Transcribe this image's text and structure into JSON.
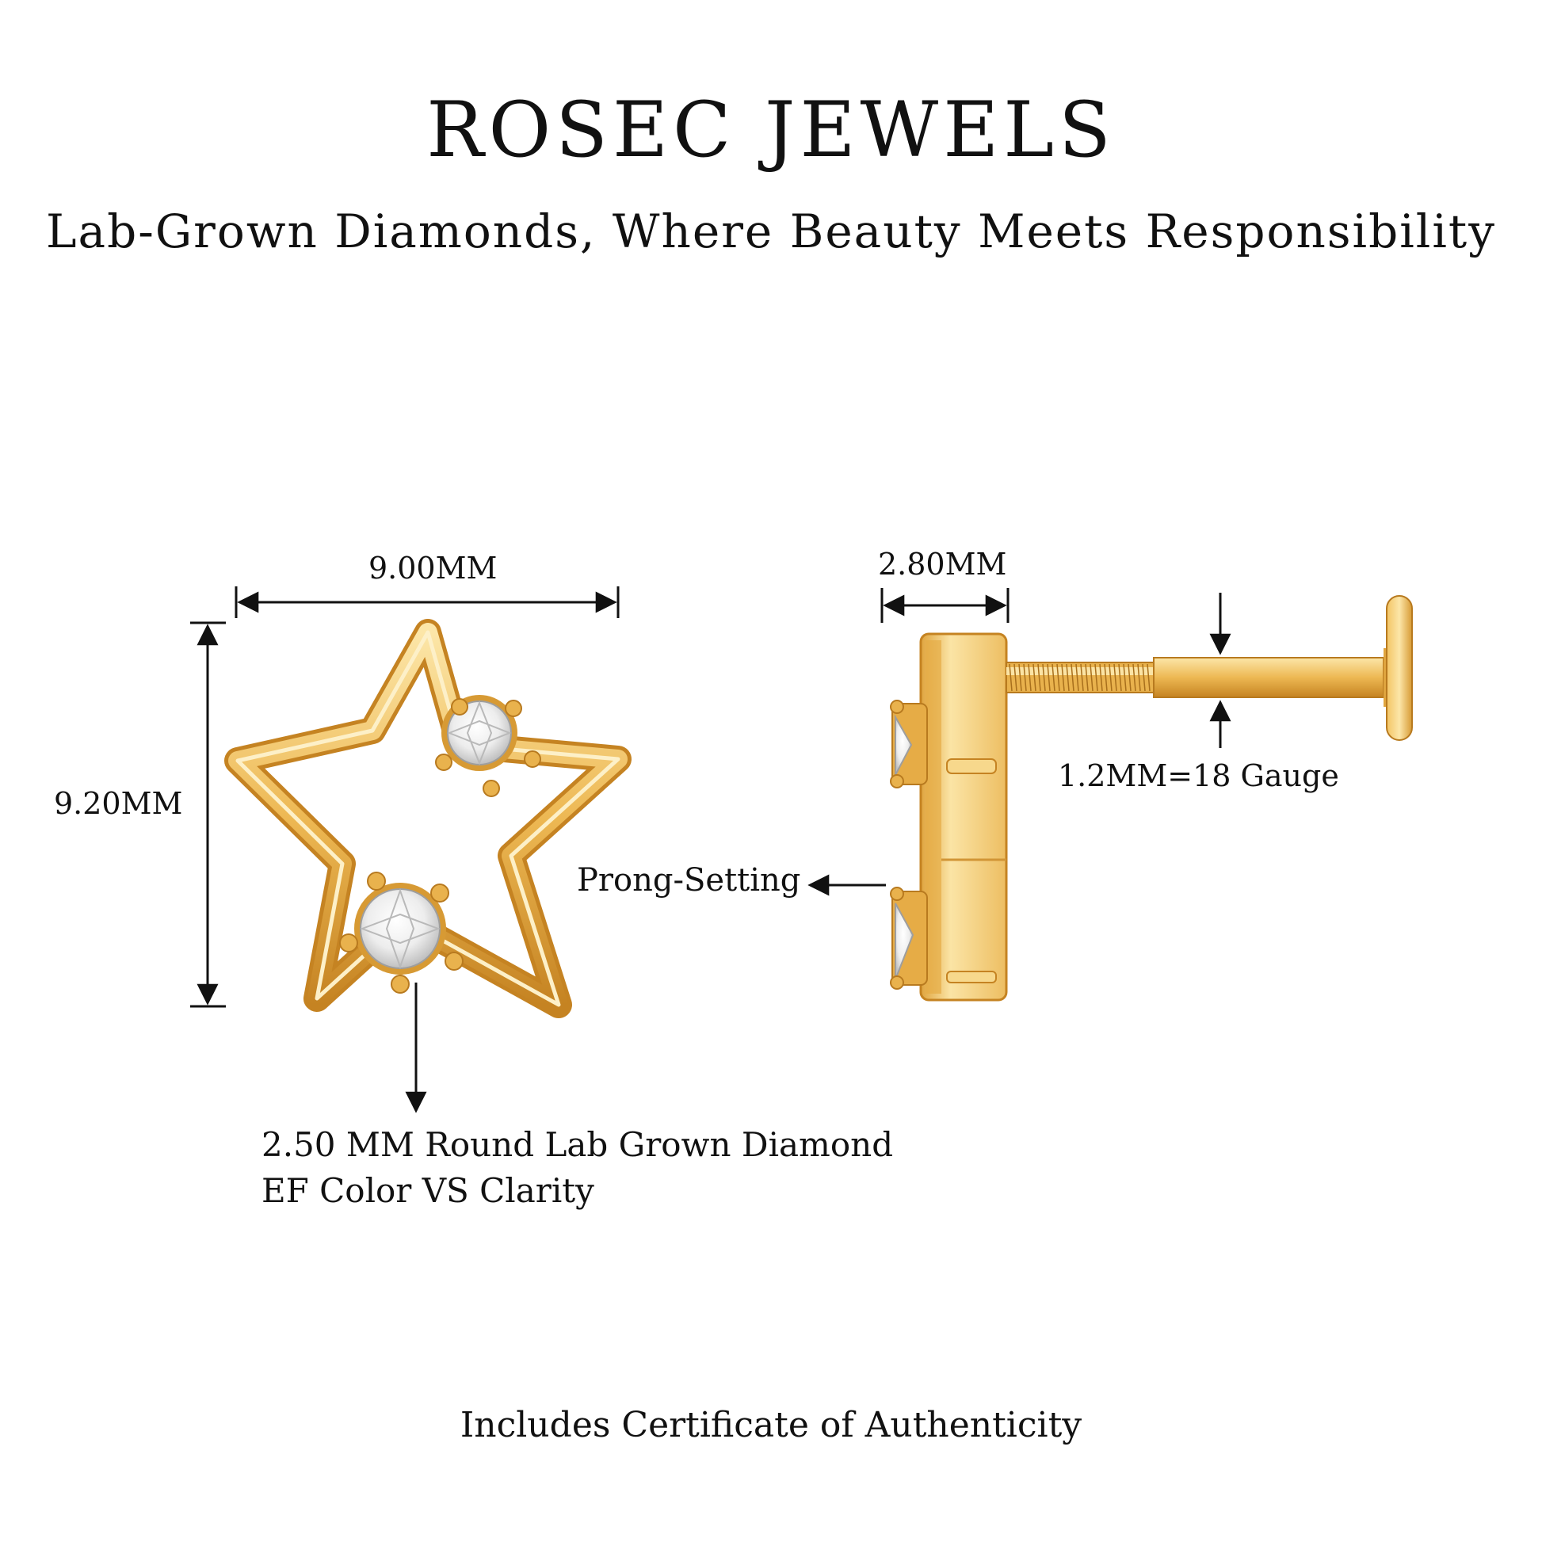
{
  "brand": "ROSEC JEWELS",
  "tagline": "Lab-Grown Diamonds, Where Beauty Meets Responsibility",
  "dimensions": {
    "width": "9.00MM",
    "height": "9.20MM",
    "thickness": "2.80MM",
    "gauge": "1.2MM=18 Gauge"
  },
  "callouts": {
    "prong": "Prong-Setting",
    "stone_line1": "2.50 MM Round Lab Grown Diamond",
    "stone_line2": "EF Color VS Clarity"
  },
  "footer": "Includes Certificate of Authenticity",
  "colors": {
    "gold_light": "#FCE6A8",
    "gold_mid": "#EDB853",
    "gold_dark": "#C58322",
    "diamond": "#F2F2F2"
  }
}
